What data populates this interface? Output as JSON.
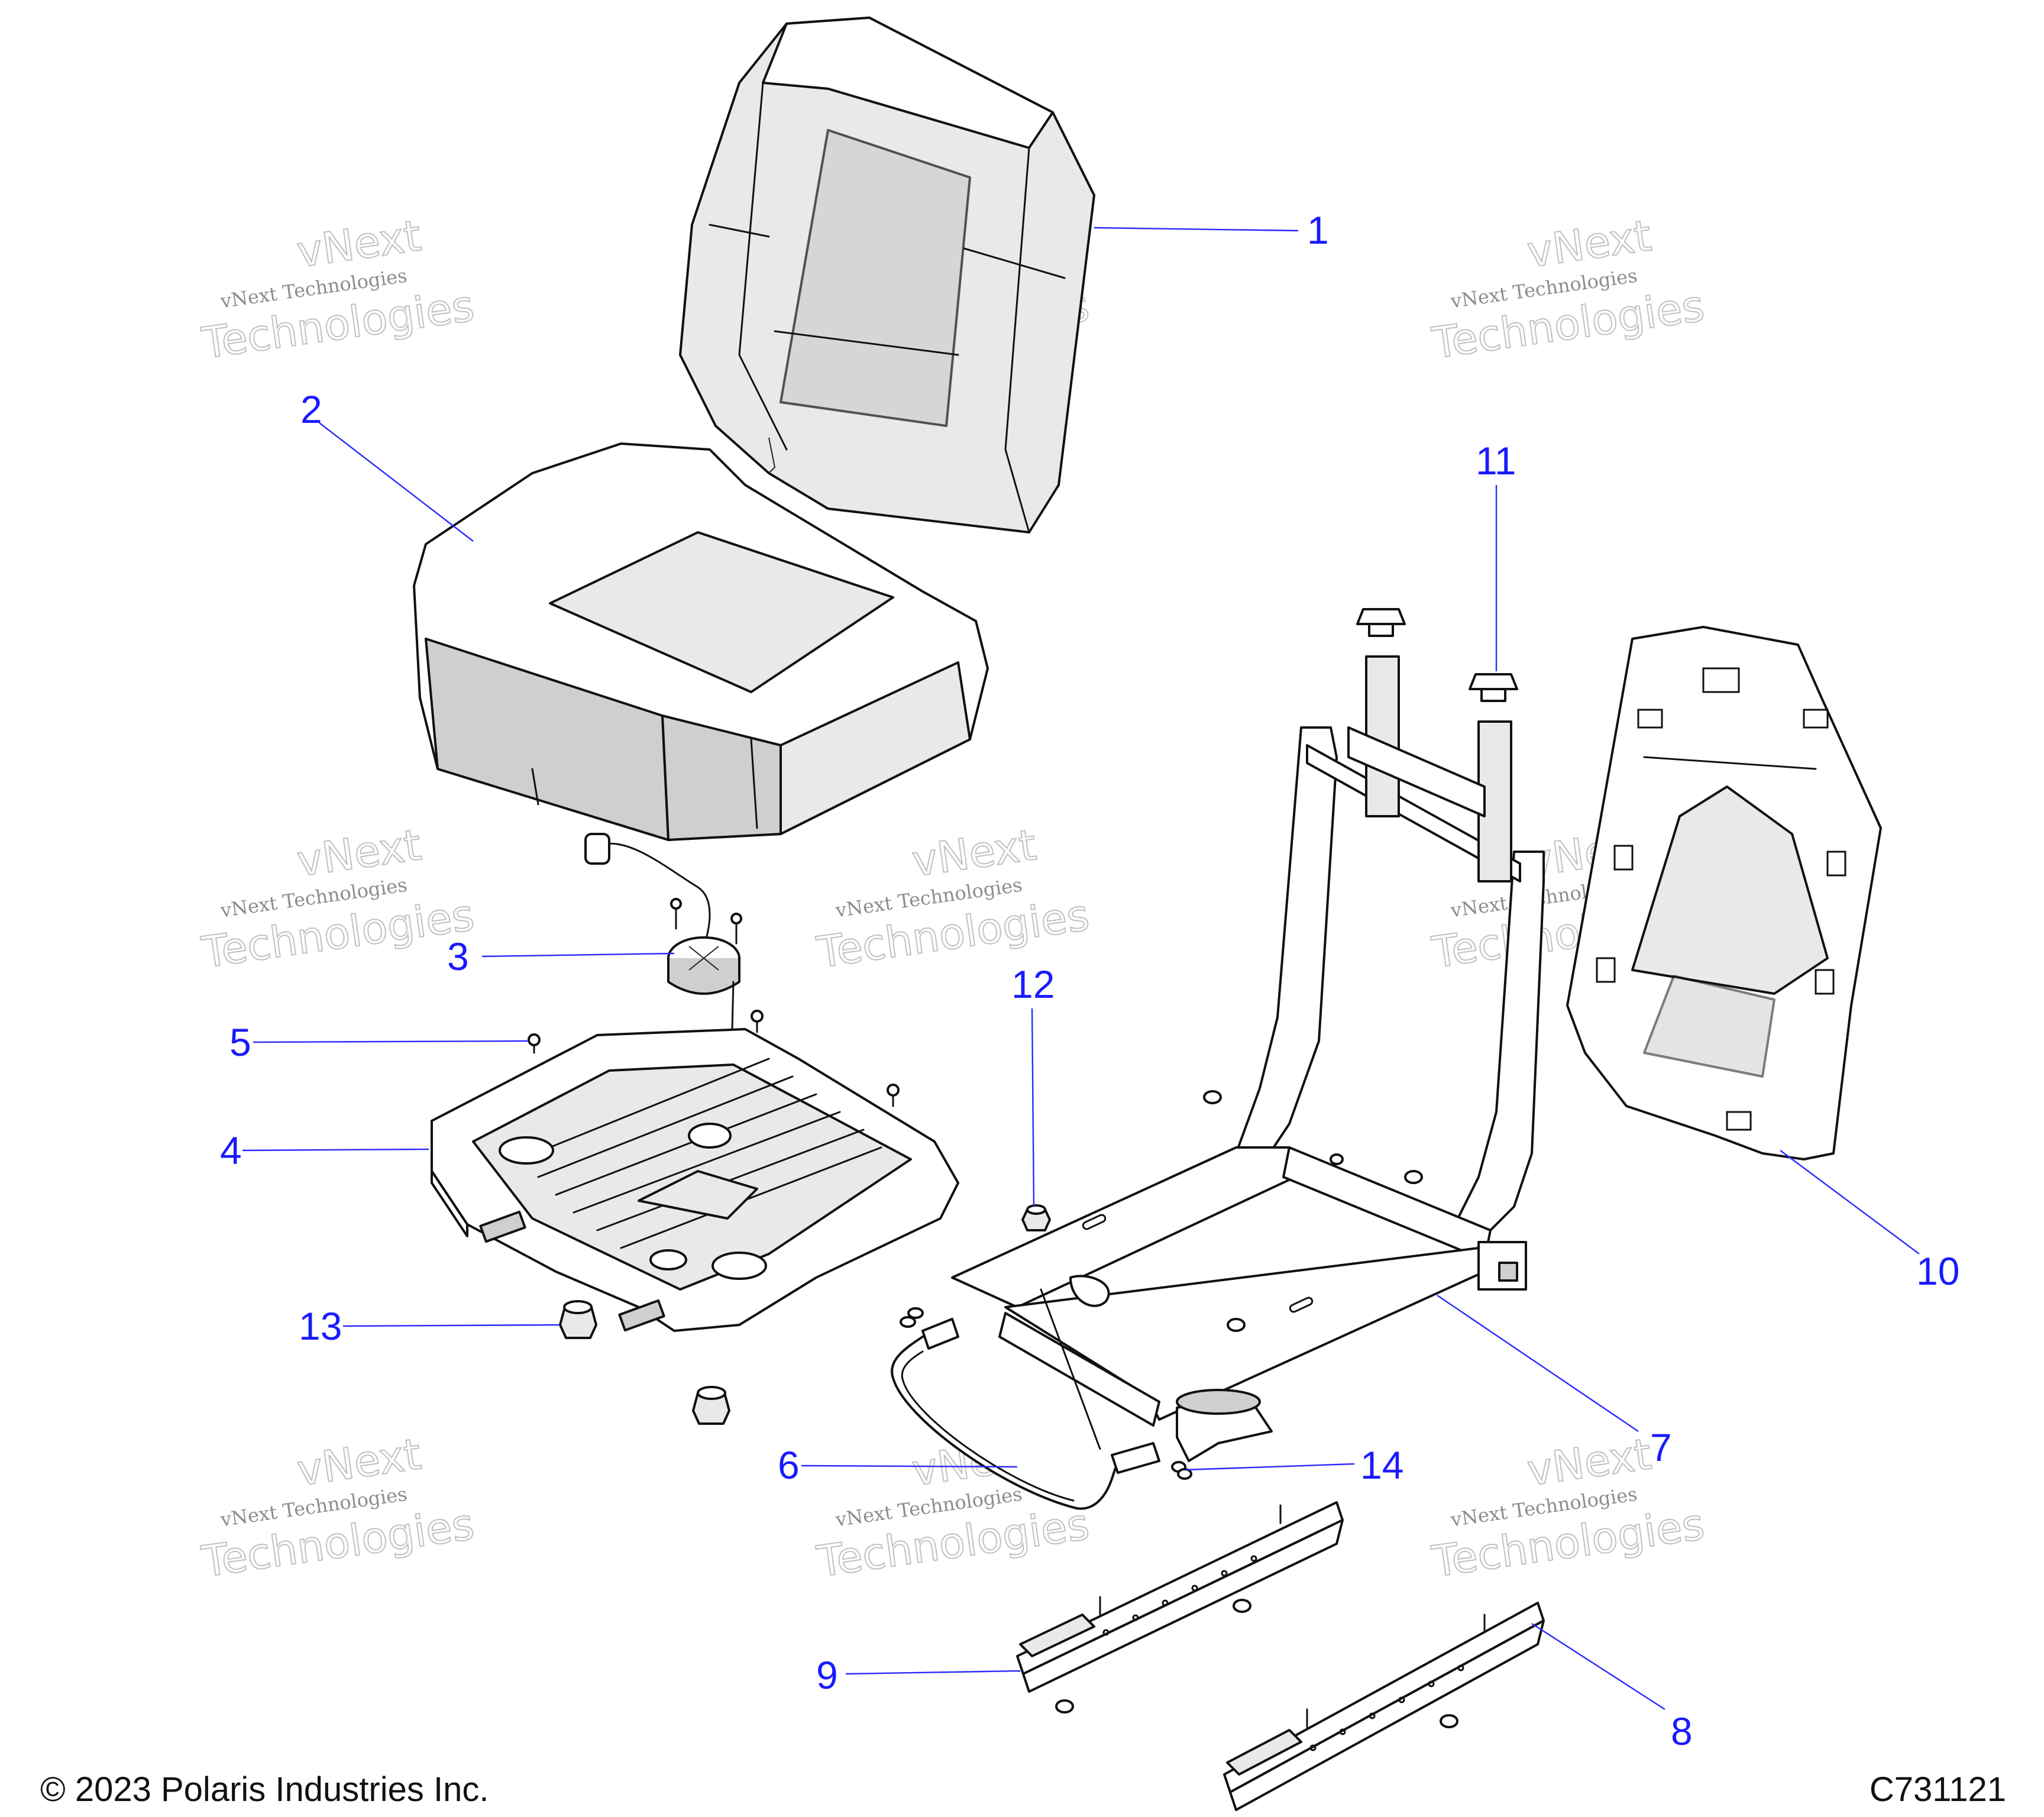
{
  "callouts": [
    {
      "id": "1",
      "label": "1"
    },
    {
      "id": "2",
      "label": "2"
    },
    {
      "id": "3",
      "label": "3"
    },
    {
      "id": "4",
      "label": "4"
    },
    {
      "id": "5",
      "label": "5"
    },
    {
      "id": "6",
      "label": "6"
    },
    {
      "id": "7",
      "label": "7"
    },
    {
      "id": "8",
      "label": "8"
    },
    {
      "id": "9",
      "label": "9"
    },
    {
      "id": "10",
      "label": "10"
    },
    {
      "id": "11",
      "label": "11"
    },
    {
      "id": "12",
      "label": "12"
    },
    {
      "id": "13",
      "label": "13"
    },
    {
      "id": "14",
      "label": "14"
    }
  ],
  "watermark": {
    "line1": "vNext Technologies",
    "outline_top": "vNext",
    "outline_bottom": "Technologies"
  },
  "footer": {
    "copyright": "© 2023 Polaris Industries Inc.",
    "code": "C731121"
  }
}
